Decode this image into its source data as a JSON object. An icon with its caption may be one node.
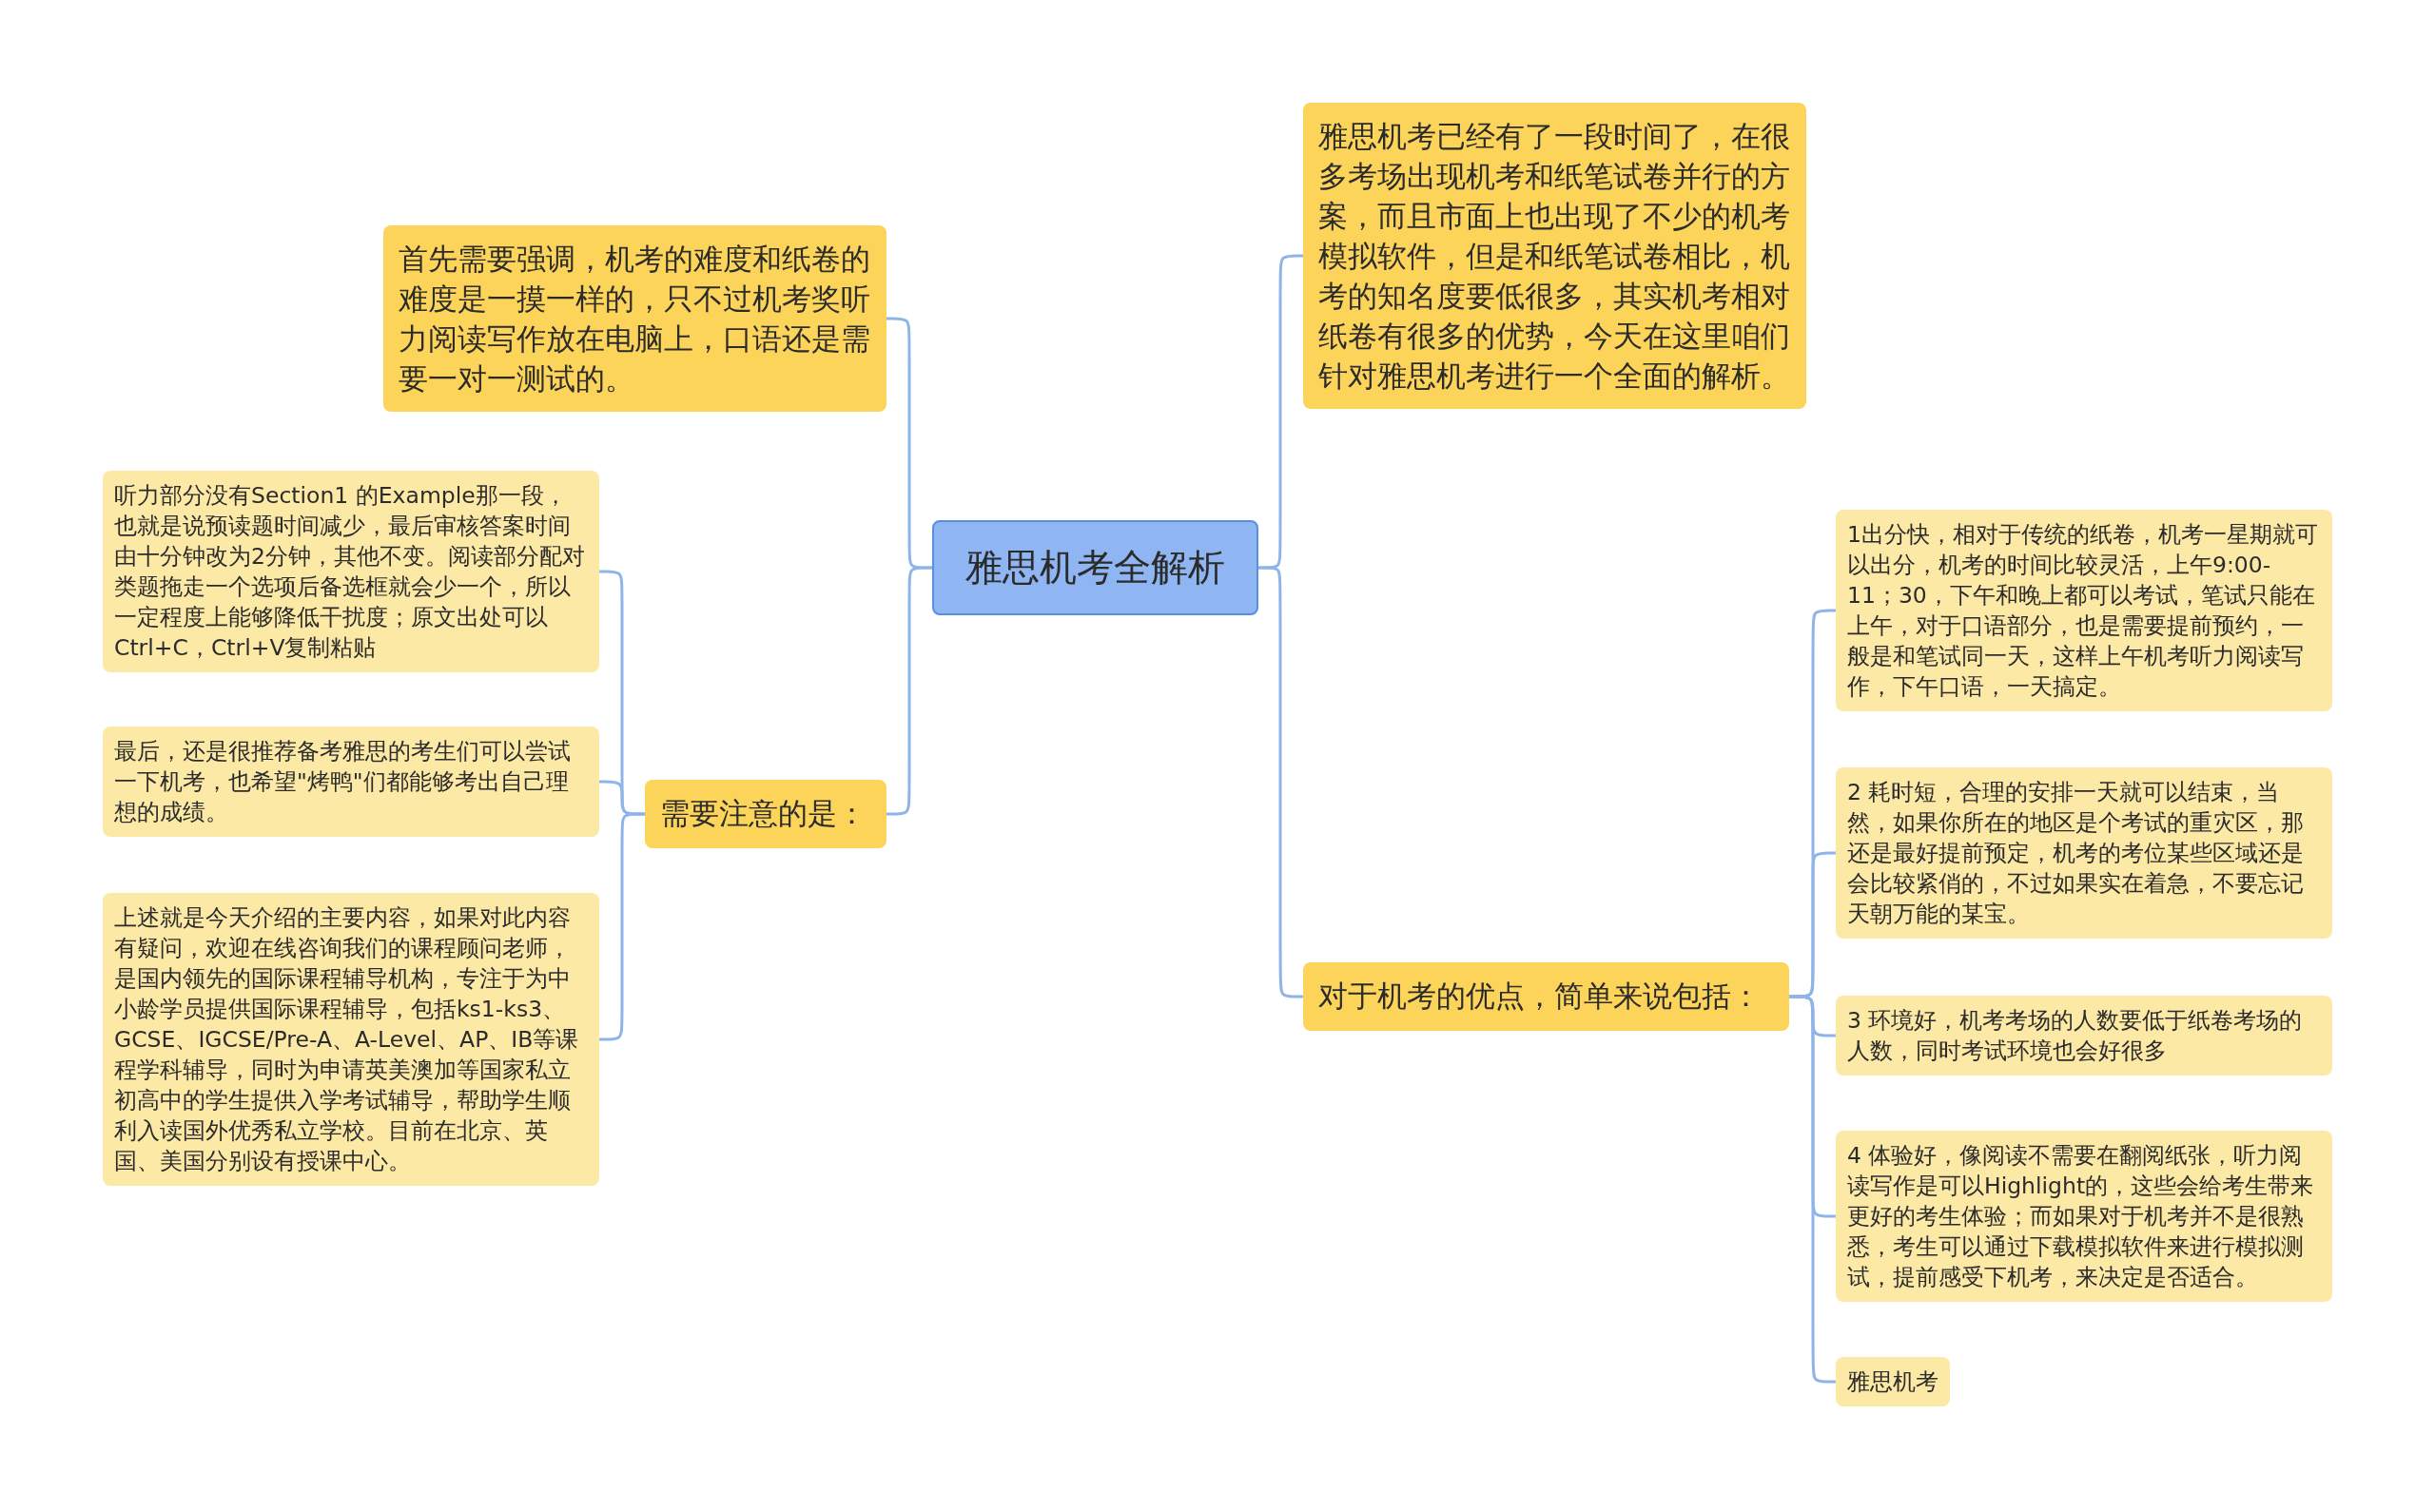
{
  "diagram": {
    "nodes": [
      {
        "text": [
          "雅思机考全解析"
        ]
      },
      {
        "text": [
          "首先需要强调，机考的难度和纸卷的难度是一摸一样的，只不过机考奖听力阅读写作放在电脑上，口语还是需要一对一测试的。"
        ]
      },
      {
        "text": [
          "需要注意的是："
        ]
      },
      {
        "text": [
          "听力部分没有Section1 的Example那一段，也就是说预读题时间减少，最后审核答案时间由十分钟改为2分钟，其他不变。阅读部分配对类题拖走一个选项后备选框就会少一个，所以一定程度上能够降低干扰度；原文出处可以Ctrl+C，Ctrl+V复制粘贴"
        ]
      },
      {
        "text": [
          "最后，还是很推荐备考雅思的考生们可以尝试一下机考，也希望\"烤鸭\"们都能够考出自己理想的成绩。"
        ]
      },
      {
        "text": [
          "上述就是今天介绍的主要内容，如果对此内容有疑问，欢迎在线咨询我们的课程顾问老师，是国内领先的国际课程辅导机构，专注于为中小龄学员提供国际课程辅导，包括ks1-ks3、GCSE、IGCSE/Pre-A、A-Level、AP、IB等课程学科辅导，同时为申请英美澳加等国家私立初高中的学生提供入学考试辅导，帮助学生顺利入读国外优秀私立学校。目前在北京、英国、美国分别设有授课中心。"
        ]
      },
      {
        "text": [
          "雅思机考已经有了一段时间了，在很多考场出现机考和纸笔试卷并行的方案，而且市面上也出现了不少的机考模拟软件，但是和纸笔试卷相比，机考的知名度要低很多，其实机考相对纸卷有很多的优势，今天在这里咱们针对雅思机考进行一个全面的解析。"
        ]
      },
      {
        "text": [
          "对于机考的优点，简单来说包括："
        ]
      },
      {
        "text": [
          "1出分快，相对于传统的纸卷，机考一星期就可以出分，机考的时间比较灵活，上午9:00-11；30，下午和晚上都可以考试，笔试只能在上午，对于口语部分，也是需要提前预约，一般是和笔试同一天，这样上午机考听力阅读写作，下午口语，一天搞定。"
        ]
      },
      {
        "text": [
          "2 耗时短，合理的安排一天就可以结束，当然，如果你所在的地区是个考试的重灾区，那还是最好提前预定，机考的考位某些区域还是会比较紧俏的，不过如果实在着急，不要忘记天朝万能的某宝。"
        ]
      },
      {
        "text": [
          "3 环境好，机考考场的人数要低于纸卷考场的人数，同时考试环境也会好很多"
        ]
      },
      {
        "text": [
          "4 体验好，像阅读不需要在翻阅纸张，听力阅读写作是可以Highlight的，这些会给考生带来更好的考生体验；而如果对于机考并不是很熟悉，考生可以通过下载模拟软件来进行模拟测试，提前感受下机考，来决定是否适合。"
        ]
      },
      {
        "text": [
          "雅思机考"
        ]
      }
    ],
    "edges": [
      {
        "from": 0,
        "to": 1,
        "arrow": "none"
      },
      {
        "from": 0,
        "to": 2,
        "arrow": "none"
      },
      {
        "from": 2,
        "to": 3,
        "arrow": "none"
      },
      {
        "from": 2,
        "to": 4,
        "arrow": "none"
      },
      {
        "from": 2,
        "to": 5,
        "arrow": "none"
      },
      {
        "from": 0,
        "to": 6,
        "arrow": "none"
      },
      {
        "from": 0,
        "to": 7,
        "arrow": "none"
      },
      {
        "from": 7,
        "to": 8,
        "arrow": "none"
      },
      {
        "from": 7,
        "to": 9,
        "arrow": "none"
      },
      {
        "from": 7,
        "to": 10,
        "arrow": "none"
      },
      {
        "from": 7,
        "to": 11,
        "arrow": "none"
      },
      {
        "from": 7,
        "to": 12,
        "arrow": "none"
      }
    ]
  }
}
